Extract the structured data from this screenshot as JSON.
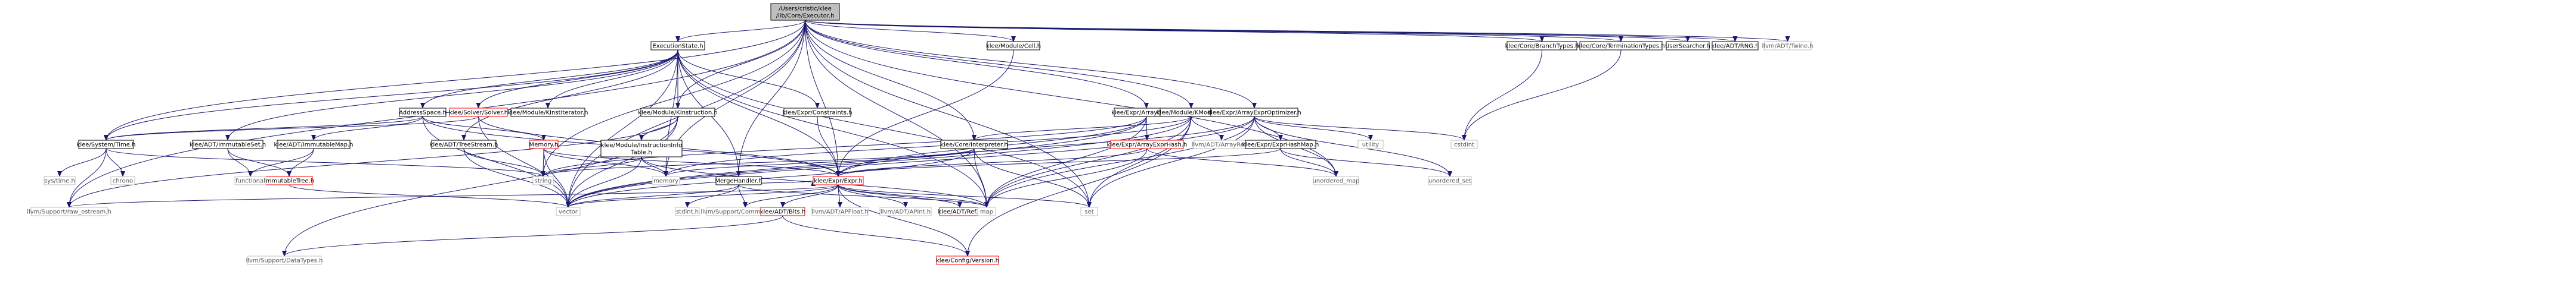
{
  "graph": {
    "type": "include-dependency-graph",
    "colors": {
      "edge": "#191970",
      "root_fill": "#bfbfbf",
      "normal_border": "#000000",
      "truncated_border": "#ff0000",
      "system_border": "#bfbfbf",
      "system_text": "#555555",
      "text": "#000000"
    },
    "root": "root",
    "nodes": [
      {
        "id": "root",
        "label": "/Users/cristic/klee\n/lib/Core/Executor.h",
        "kind": "root"
      },
      {
        "id": "ExecutionState",
        "label": "ExecutionState.h",
        "kind": "normal"
      },
      {
        "id": "AddressSpace",
        "label": "AddressSpace.h",
        "kind": "normal"
      },
      {
        "id": "SolverH",
        "label": "klee/Solver/Solver.h",
        "kind": "truncated"
      },
      {
        "id": "KInstIter",
        "label": "klee/Module/KInstIterator.h",
        "kind": "normal"
      },
      {
        "id": "KInstruction",
        "label": "klee/Module/KInstruction.h",
        "kind": "normal"
      },
      {
        "id": "Constraints",
        "label": "klee/Expr/Constraints.h",
        "kind": "normal"
      },
      {
        "id": "ImmutableSet",
        "label": "klee/ADT/ImmutableSet.h",
        "kind": "normal"
      },
      {
        "id": "ImmutableMap",
        "label": "klee/ADT/ImmutableMap.h",
        "kind": "normal"
      },
      {
        "id": "MemoryH",
        "label": "Memory.h",
        "kind": "truncated"
      },
      {
        "id": "TreeStream",
        "label": "klee/ADT/TreeStream.h",
        "kind": "normal"
      },
      {
        "id": "InstrInfo",
        "label": "klee/Module/InstructionInfo\nTable.h",
        "kind": "normal"
      },
      {
        "id": "SystemTime",
        "label": "klee/System/Time.h",
        "kind": "normal"
      },
      {
        "id": "ImmutableTree",
        "label": "ImmutableTree.h",
        "kind": "truncated"
      },
      {
        "id": "CellH",
        "label": "klee/Module/Cell.h",
        "kind": "normal"
      },
      {
        "id": "ArrayCache",
        "label": "klee/Expr/ArrayCache.h",
        "kind": "normal"
      },
      {
        "id": "ArrayExprHash",
        "label": "klee/Expr/ArrayExprHash.h",
        "kind": "truncated"
      },
      {
        "id": "KModule",
        "label": "klee/Module/KModule.h",
        "kind": "normal"
      },
      {
        "id": "Interpreter",
        "label": "klee/Core/Interpreter.h",
        "kind": "normal"
      },
      {
        "id": "ArrayRef",
        "label": "llvm/ADT/ArrayRef.h",
        "kind": "system"
      },
      {
        "id": "ArrayExprOpt",
        "label": "klee/Expr/ArrayExprOptimizer.h",
        "kind": "normal"
      },
      {
        "id": "ExprHashMap",
        "label": "klee/Expr/ExprHashMap.h",
        "kind": "normal"
      },
      {
        "id": "BranchTypes",
        "label": "klee/Core/BranchTypes.h",
        "kind": "normal"
      },
      {
        "id": "TermTypes",
        "label": "klee/Core/TerminationTypes.h",
        "kind": "normal"
      },
      {
        "id": "UserSearcher",
        "label": "UserSearcher.h",
        "kind": "normal"
      },
      {
        "id": "RNG",
        "label": "klee/ADT/RNG.h",
        "kind": "normal"
      },
      {
        "id": "Twine",
        "label": "llvm/ADT/Twine.h",
        "kind": "system"
      },
      {
        "id": "MergeHandler",
        "label": "MergeHandler.h",
        "kind": "normal"
      },
      {
        "id": "ExprH",
        "label": "klee/Expr/Expr.h",
        "kind": "truncated"
      },
      {
        "id": "sysTime",
        "label": "sys/time.h",
        "kind": "system"
      },
      {
        "id": "chrono",
        "label": "chrono",
        "kind": "system"
      },
      {
        "id": "functional",
        "label": "functional",
        "kind": "system"
      },
      {
        "id": "string",
        "label": "string",
        "kind": "system"
      },
      {
        "id": "memory",
        "label": "memory",
        "kind": "system"
      },
      {
        "id": "utility",
        "label": "utility",
        "kind": "system"
      },
      {
        "id": "cstdint",
        "label": "cstdint",
        "kind": "system"
      },
      {
        "id": "unordered_map",
        "label": "unordered_map",
        "kind": "system"
      },
      {
        "id": "unordered_set",
        "label": "unordered_set",
        "kind": "system"
      },
      {
        "id": "raw_ostream",
        "label": "llvm/Support/raw_ostream.h",
        "kind": "system"
      },
      {
        "id": "vector",
        "label": "vector",
        "kind": "system"
      },
      {
        "id": "stdint",
        "label": "stdint.h",
        "kind": "system"
      },
      {
        "id": "CommandLine",
        "label": "llvm/Support/CommandLine.h",
        "kind": "system"
      },
      {
        "id": "BitsH",
        "label": "klee/ADT/Bits.h",
        "kind": "truncated"
      },
      {
        "id": "APFloat",
        "label": "llvm/ADT/APFloat.h",
        "kind": "system"
      },
      {
        "id": "APInt",
        "label": "llvm/ADT/APInt.h",
        "kind": "system"
      },
      {
        "id": "RefH",
        "label": "klee/ADT/Ref.h",
        "kind": "truncated"
      },
      {
        "id": "map",
        "label": "map",
        "kind": "system"
      },
      {
        "id": "set",
        "label": "set",
        "kind": "system"
      },
      {
        "id": "DataTypes",
        "label": "llvm/Support/DataTypes.h",
        "kind": "system"
      },
      {
        "id": "VersionH",
        "label": "klee/Config/Version.h",
        "kind": "truncated"
      }
    ],
    "edges": [
      [
        "root",
        "ExecutionState"
      ],
      [
        "root",
        "CellH"
      ],
      [
        "root",
        "ArrayCache"
      ],
      [
        "root",
        "KModule"
      ],
      [
        "root",
        "ArrayExprOpt"
      ],
      [
        "root",
        "BranchTypes"
      ],
      [
        "root",
        "TermTypes"
      ],
      [
        "root",
        "UserSearcher"
      ],
      [
        "root",
        "RNG"
      ],
      [
        "root",
        "Twine"
      ],
      [
        "root",
        "SystemTime"
      ],
      [
        "root",
        "KInstruction"
      ],
      [
        "root",
        "Interpreter"
      ],
      [
        "root",
        "MergeHandler"
      ],
      [
        "root",
        "ExprH"
      ],
      [
        "root",
        "raw_ostream"
      ],
      [
        "root",
        "vector"
      ],
      [
        "root",
        "map"
      ],
      [
        "root",
        "set"
      ],
      [
        "root",
        "memory"
      ],
      [
        "root",
        "string"
      ],
      [
        "root",
        "unordered_map"
      ],
      [
        "ExecutionState",
        "AddressSpace"
      ],
      [
        "ExecutionState",
        "SolverH"
      ],
      [
        "ExecutionState",
        "KInstIter"
      ],
      [
        "ExecutionState",
        "KInstruction"
      ],
      [
        "ExecutionState",
        "Constraints"
      ],
      [
        "ExecutionState",
        "TreeStream"
      ],
      [
        "ExecutionState",
        "ImmutableSet"
      ],
      [
        "ExecutionState",
        "SystemTime"
      ],
      [
        "ExecutionState",
        "MergeHandler"
      ],
      [
        "ExecutionState",
        "ExprH"
      ],
      [
        "ExecutionState",
        "memory"
      ],
      [
        "ExecutionState",
        "map"
      ],
      [
        "ExecutionState",
        "set"
      ],
      [
        "ExecutionState",
        "vector"
      ],
      [
        "AddressSpace",
        "ImmutableMap"
      ],
      [
        "AddressSpace",
        "MemoryH"
      ],
      [
        "AddressSpace",
        "SystemTime"
      ],
      [
        "AddressSpace",
        "ExprH"
      ],
      [
        "AddressSpace",
        "vector"
      ],
      [
        "SolverH",
        "SystemTime"
      ],
      [
        "SolverH",
        "ExprH"
      ],
      [
        "SolverH",
        "vector"
      ],
      [
        "KInstruction",
        "InstrInfo"
      ],
      [
        "KInstruction",
        "DataTypes"
      ],
      [
        "KInstruction",
        "raw_ostream"
      ],
      [
        "KInstruction",
        "vector"
      ],
      [
        "Constraints",
        "ExprH"
      ],
      [
        "ImmutableSet",
        "ImmutableTree"
      ],
      [
        "ImmutableSet",
        "functional"
      ],
      [
        "ImmutableMap",
        "ImmutableTree"
      ],
      [
        "ImmutableMap",
        "functional"
      ],
      [
        "MemoryH",
        "string"
      ],
      [
        "MemoryH",
        "vector"
      ],
      [
        "MemoryH",
        "ExprH"
      ],
      [
        "MemoryH",
        "memory"
      ],
      [
        "TreeStream",
        "string"
      ],
      [
        "TreeStream",
        "vector"
      ],
      [
        "InstrInfo",
        "string"
      ],
      [
        "InstrInfo",
        "vector"
      ],
      [
        "InstrInfo",
        "map"
      ],
      [
        "InstrInfo",
        "memory"
      ],
      [
        "SystemTime",
        "sysTime"
      ],
      [
        "SystemTime",
        "chrono"
      ],
      [
        "SystemTime",
        "raw_ostream"
      ],
      [
        "SystemTime",
        "string"
      ],
      [
        "ImmutableTree",
        "vector"
      ],
      [
        "CellH",
        "ExprH"
      ],
      [
        "ArrayCache",
        "ArrayExprHash"
      ],
      [
        "ArrayCache",
        "ExprH"
      ],
      [
        "ArrayCache",
        "string"
      ],
      [
        "ArrayCache",
        "vector"
      ],
      [
        "ArrayCache",
        "map"
      ],
      [
        "ArrayExprHash",
        "ExprH"
      ],
      [
        "ArrayExprHash",
        "unordered_map"
      ],
      [
        "ArrayExprHash",
        "map"
      ],
      [
        "KModule",
        "Interpreter"
      ],
      [
        "KModule",
        "ArrayRef"
      ],
      [
        "KModule",
        "map"
      ],
      [
        "KModule",
        "set"
      ],
      [
        "KModule",
        "vector"
      ],
      [
        "KModule",
        "memory"
      ],
      [
        "KModule",
        "VersionH"
      ],
      [
        "Interpreter",
        "map"
      ],
      [
        "Interpreter",
        "memory"
      ],
      [
        "Interpreter",
        "set"
      ],
      [
        "Interpreter",
        "string"
      ],
      [
        "Interpreter",
        "vector"
      ],
      [
        "ArrayExprOpt",
        "ExprHashMap"
      ],
      [
        "ArrayExprOpt",
        "ExprH"
      ],
      [
        "ArrayExprOpt",
        "cstdint"
      ],
      [
        "ArrayExprOpt",
        "utility"
      ],
      [
        "ArrayExprOpt",
        "unordered_map"
      ],
      [
        "ArrayExprOpt",
        "unordered_set"
      ],
      [
        "ArrayExprOpt",
        "map"
      ],
      [
        "ArrayExprOpt",
        "vector"
      ],
      [
        "ArrayExprOpt",
        "set"
      ],
      [
        "ExprHashMap",
        "ExprH"
      ],
      [
        "ExprHashMap",
        "unordered_map"
      ],
      [
        "ExprHashMap",
        "unordered_set"
      ],
      [
        "BranchTypes",
        "cstdint"
      ],
      [
        "TermTypes",
        "cstdint"
      ],
      [
        "MergeHandler",
        "ExprH"
      ],
      [
        "MergeHandler",
        "CommandLine"
      ],
      [
        "MergeHandler",
        "stdint"
      ],
      [
        "MergeHandler",
        "map"
      ],
      [
        "MergeHandler",
        "vector"
      ],
      [
        "ExprH",
        "BitsH"
      ],
      [
        "ExprH",
        "RefH"
      ],
      [
        "ExprH",
        "VersionH"
      ],
      [
        "ExprH",
        "APFloat"
      ],
      [
        "ExprH",
        "APInt"
      ],
      [
        "ExprH",
        "CommandLine"
      ],
      [
        "ExprH",
        "raw_ostream"
      ],
      [
        "ExprH",
        "set"
      ],
      [
        "ExprH",
        "map"
      ],
      [
        "ExprH",
        "vector"
      ],
      [
        "BitsH",
        "DataTypes"
      ],
      [
        "BitsH",
        "VersionH"
      ]
    ]
  }
}
